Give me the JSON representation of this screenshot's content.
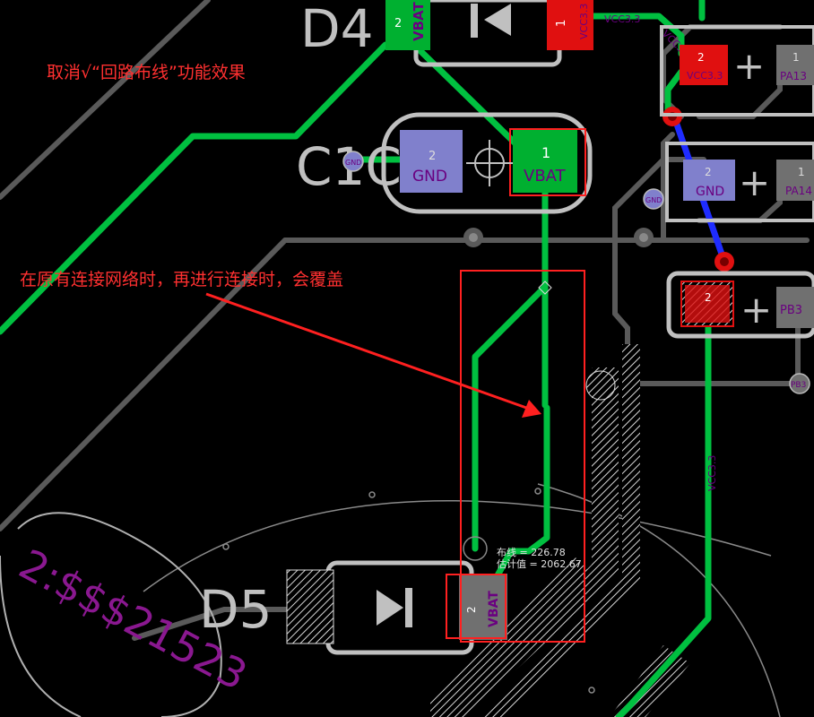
{
  "annotations": {
    "title_note": "取消√“回路布线”功能效果",
    "overlap_note": "在原有连接网络时，再进行连接时，会覆盖"
  },
  "designators": {
    "d4": "D4",
    "c1x": "C1C",
    "d5": "D5",
    "silk_text": "2:$$$21523"
  },
  "pads": {
    "d4_pad2_num": "2",
    "d4_pad2_net": "VBAT",
    "d4_pad1_num": "1",
    "d4_pad1_net": "VCC3.3",
    "c1x_pad2_num": "2",
    "c1x_pad2_net": "GND",
    "c1x_pad1_num": "1",
    "c1x_pad1_net": "VBAT",
    "c1x_via_net": "GND",
    "pa13_pad2_num": "2",
    "pa13_pad2_net": "VCC3.3",
    "pa13_pad1_num": "1",
    "pa13_pad1_net": "PA13",
    "pa14_pad2_num": "2",
    "pa14_pad2_net": "GND",
    "pa14_pad1_num": "1",
    "pa14_pad1_net": "PA14",
    "pa14_via_net": "GND",
    "pb3_pad2_num": "2",
    "pb3_pad1_net": "PB3",
    "pb3_via_net": "PB3",
    "d5_pad2_num": "2",
    "d5_pad2_net": "VBAT"
  },
  "trace_labels": {
    "vcc_top": "VCC3.3",
    "vcc_diag": "VCC3.3",
    "vcc_vertical": "VCC3.3"
  },
  "measurement": {
    "routed_label": "布线 = 226.78",
    "estimated_label": "估计值 = 2062.67"
  },
  "colors": {
    "background": "#000000",
    "top_trace": "#00c040",
    "bottom_trace": "#606060",
    "inner_trace": "#2030ff",
    "pad_top": "#00b030",
    "pad_red": "#e01010",
    "pad_gnd": "#8080cc",
    "pad_grey": "#707070",
    "silk": "#c0c0c0",
    "annotation": "#ff3030",
    "highlight_box": "#ff2020"
  }
}
